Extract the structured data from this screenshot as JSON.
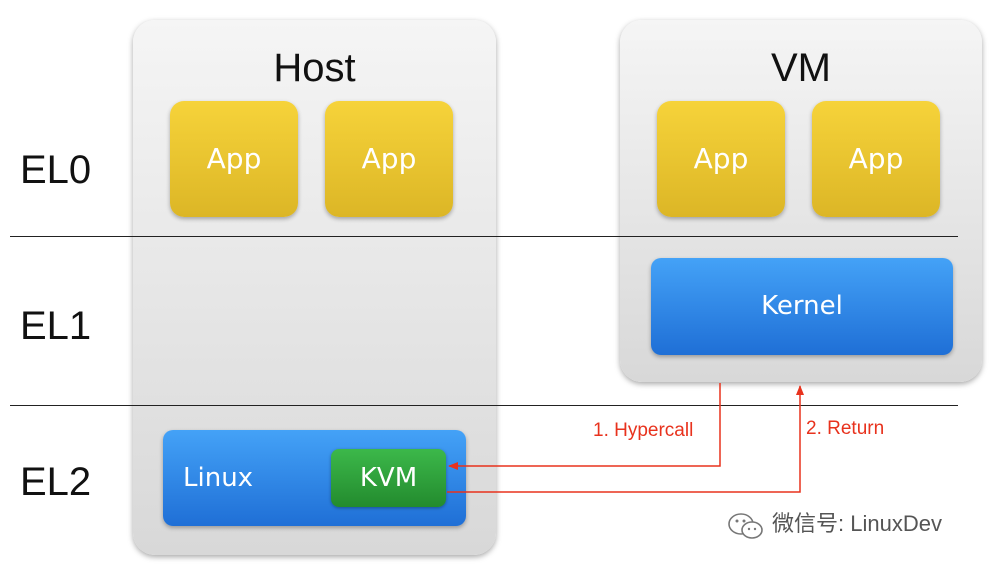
{
  "host": {
    "title": "Host",
    "apps": [
      "App",
      "App"
    ],
    "linux_label": "Linux",
    "kvm_label": "KVM"
  },
  "vm": {
    "title": "VM",
    "apps": [
      "App",
      "App"
    ],
    "kernel_label": "Kernel"
  },
  "exception_levels": [
    "EL0",
    "EL1",
    "EL2"
  ],
  "calls": {
    "hypercall": "1. Hypercall",
    "return": "2. Return"
  },
  "watermark": "微信号: LinuxDev",
  "colors": {
    "app": "#f2cd30",
    "kernel": "#2f8be8",
    "linux": "#2f8be8",
    "kvm": "#31a33d",
    "arrow": "#e8321d",
    "panel": "#e4e4e4"
  }
}
